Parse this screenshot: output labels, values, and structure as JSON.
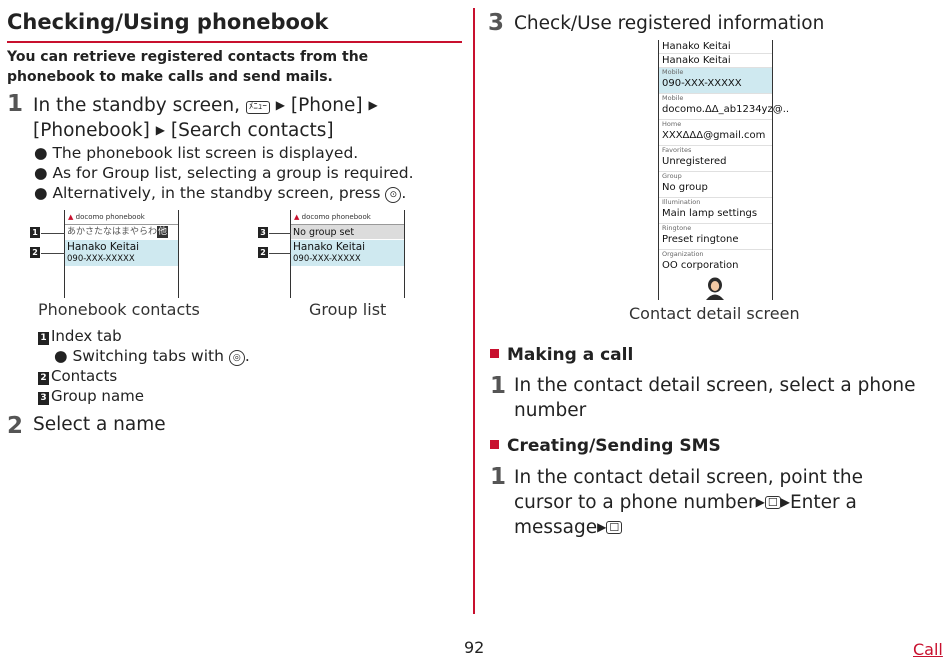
{
  "title": "Checking/Using phonebook",
  "intro": "You can retrieve registered contacts from the phonebook to make calls and send mails.",
  "step1": {
    "num": "1",
    "line1_a": "In the standby screen,",
    "menu_key": "ﾒﾆｭｰ",
    "line1_b": "[Phone]",
    "line2_a": "[Phonebook]",
    "line2_b": "[Search contacts]",
    "bullets": [
      "The phonebook list screen is displayed.",
      "As for Group list, selecting a group is required.",
      "Alternatively, in the standby screen, press"
    ],
    "alt_key": "⊙"
  },
  "screen1": {
    "header": "docomo phonebook",
    "tabs": "あかさたなはまやらわ",
    "tab_other": "他",
    "name": "Hanako Keitai",
    "number": "090-XXX-XXXXX",
    "badges": [
      "1",
      "2"
    ],
    "caption": "Phonebook contacts"
  },
  "screen2": {
    "header": "docomo phonebook",
    "group": "No group set",
    "name": "Hanako Keitai",
    "number": "090-XXX-XXXXX",
    "badges": [
      "3",
      "2"
    ],
    "caption": "Group list"
  },
  "legend": {
    "items": [
      {
        "badge": "1",
        "label": "Index tab"
      },
      {
        "badge": "2",
        "label": "Contacts"
      },
      {
        "badge": "3",
        "label": "Group name"
      }
    ],
    "sub_bullet": "Switching tabs with",
    "sub_key": "◎"
  },
  "step2": {
    "num": "2",
    "text": "Select a name"
  },
  "step3": {
    "num": "3",
    "text": "Check/Use registered information"
  },
  "contact_detail": {
    "name1": "Hanako Keitai",
    "name2": "Hanako Keitai",
    "rows": [
      {
        "label": "Mobile",
        "value": "090-XXX-XXXXX"
      },
      {
        "label": "Mobile",
        "value": "docomo.ΔΔ_ab1234yz@.."
      },
      {
        "label": "Home",
        "value": "XXXΔΔΔ@gmail.com"
      },
      {
        "label": "Favorites",
        "value": "Unregistered"
      },
      {
        "label": "Group",
        "value": "No group"
      },
      {
        "label": "Illumination",
        "value": "Main lamp settings"
      },
      {
        "label": "Ringtone",
        "value": "Preset ringtone"
      },
      {
        "label": "Organization",
        "value": "OO corporation"
      }
    ],
    "caption": "Contact detail screen"
  },
  "making_call": {
    "heading": "Making a call",
    "num": "1",
    "line1": "In the contact detail screen, select a phone",
    "line2": "number"
  },
  "sms": {
    "heading": "Creating/Sending SMS",
    "num": "1",
    "line1": "In the contact detail screen, point the",
    "line2_a": "cursor to a phone number",
    "line2_b": "Enter a",
    "line3": "message",
    "key": "☐"
  },
  "footer": {
    "page": "92",
    "section": "Call"
  }
}
